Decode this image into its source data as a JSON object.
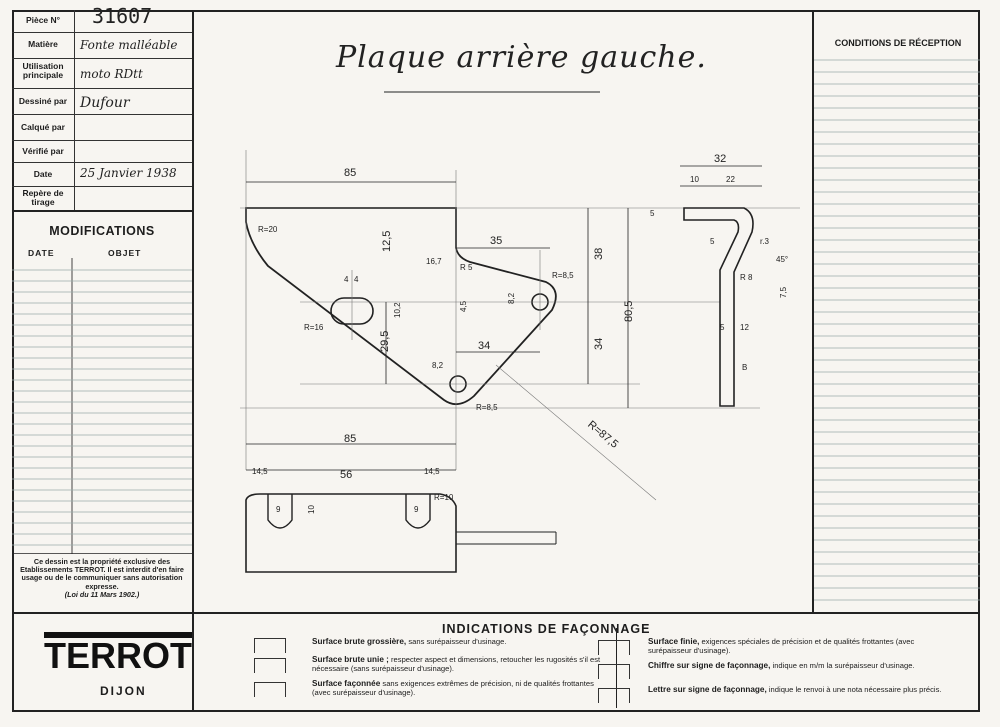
{
  "title_block": {
    "piece_label": "Pièce N°",
    "piece_value": "31607",
    "matiere_label": "Matière",
    "matiere_value": "Fonte malléable",
    "utilisation_label": "Utilisation principale",
    "utilisation_value": "moto RDtt",
    "dessine_label": "Dessiné par",
    "dessine_value": "Dufour",
    "calque_label": "Calqué par",
    "verifie_label": "Vérifié par",
    "date_label": "Date",
    "date_value": "25 Janvier 1938",
    "repere_label": "Repère de tirage"
  },
  "modifications": {
    "title": "MODIFICATIONS",
    "col_date": "DATE",
    "col_objet": "OBJET"
  },
  "legal": {
    "text": "Ce dessin est la propriété exclusive des Etablissements TERROT. Il est interdit d'en faire usage ou de le communiquer sans autorisation expresse.",
    "law": "(Loi du 11 Mars 1902.)"
  },
  "conditions": {
    "title": "CONDITIONS DE RÉCEPTION"
  },
  "drawing": {
    "title": "Plaque arrière gauche.",
    "dims": {
      "d85_top": "85",
      "d85_bottom": "85",
      "d35": "35",
      "d34": "34",
      "d12_5": "12,5",
      "d16_7": "16,7",
      "d38": "38",
      "d80_5": "80,5",
      "d34v": "34",
      "d29_5": "29,5",
      "d4a": "4",
      "d4b": "4",
      "d10_2": "10,2",
      "d4_5": "4,5",
      "d8_2a": "8,2",
      "d8_2b": "8,2",
      "r20": "R=20",
      "r16": "R=16",
      "r8_5a": "R=8,5",
      "r8_5b": "R=8,5",
      "r87_5": "R=87,5",
      "r5": "R 5",
      "d14_5a": "14,5",
      "d56": "56",
      "d14_5b": "14,5",
      "d10": "10",
      "d9a": "9",
      "d9b": "9",
      "r10": "R=10",
      "d32": "32",
      "d10s": "10",
      "d22": "22",
      "d5a": "5",
      "d5b": "5",
      "r3": "r.3",
      "d45": "45°",
      "r8": "R 8",
      "d7_5": "7,5",
      "d5c": "5",
      "d12": "12",
      "mark_b": "B"
    }
  },
  "bottom": {
    "logo": "TERROT",
    "city": "DIJON",
    "ind_title": "INDICATIONS DE FAÇONNAGE",
    "i1_bold": "Surface brute grossière,",
    "i1_text": "sans surépaisseur d'usinage.",
    "i2_bold": "Surface brute unie ;",
    "i2_text": "respecter aspect et dimensions, retoucher les rugosités s'il est nécessaire (sans surépaisseur d'usinage).",
    "i3_bold": "Surface façonnée",
    "i3_text": "sans exigences extrêmes de précision, ni de qualités frottantes (avec surépaisseur d'usinage).",
    "i4_bold": "Surface finie,",
    "i4_text": "exigences spéciales de précision et de qualités frottantes (avec surépaisseur d'usinage).",
    "i5_bold": "Chiffre sur signe de façonnage,",
    "i5_text": "indique en m/m la surépaisseur d'usinage.",
    "i6_bold": "Lettre sur signe de façonnage,",
    "i6_text": "indique le renvoi à une nota nécessaire plus précis."
  }
}
